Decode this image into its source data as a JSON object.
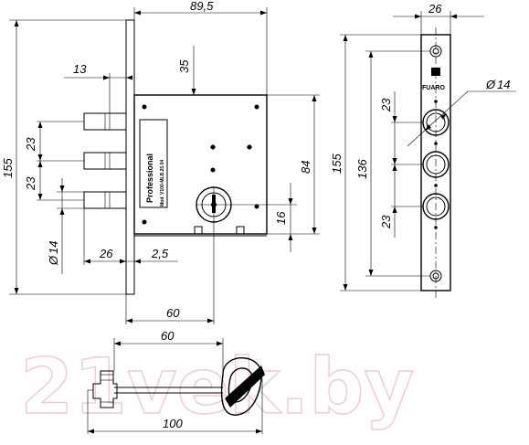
{
  "dimensions": {
    "width_top": "89,5",
    "offset_35": "35",
    "bolt_13": "13",
    "height_155_left": "155",
    "bolt_pitch_1": "23",
    "bolt_pitch_2": "23",
    "height_84": "84",
    "offset_16": "16",
    "bolt_diameter": "14",
    "bolt_throw": "26",
    "plate_thickness": "2,5",
    "backset": "60",
    "key_blade": "60",
    "key_total": "100",
    "faceplate_width": "26",
    "hole_diameter": "14",
    "height_155_right": "155",
    "height_136": "136",
    "hole_pitch_1": "23",
    "hole_pitch_2": "23"
  },
  "symbols": {
    "diameter": "Ø"
  },
  "labels": {
    "brand_case": "Professional",
    "model_code": "Mod. V100-MLB.25.04",
    "brand_faceplate": "FUARO"
  },
  "watermark": {
    "text": "21vek.by"
  }
}
